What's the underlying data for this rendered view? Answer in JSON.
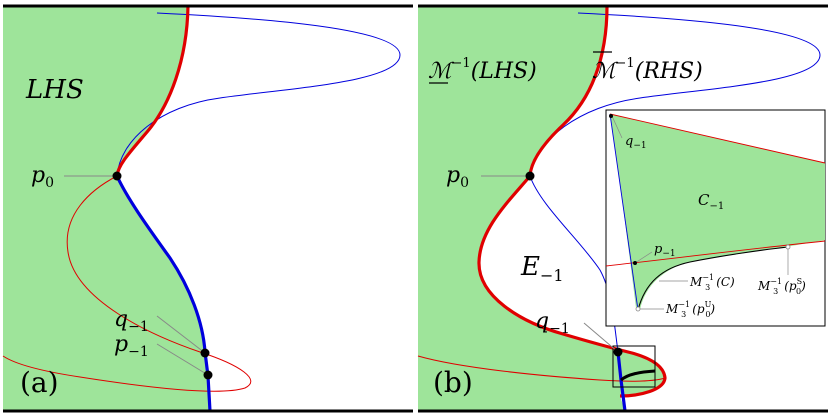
{
  "colors": {
    "region_fill": "#9ee49a",
    "boundary_red": "#e00000",
    "curve_blue": "#0000dd",
    "frame": "#000000",
    "leader": "#888888",
    "dot": "#000000"
  },
  "panel_a": {
    "panel_label": "(a)",
    "region_label": "LHS",
    "point_p0": "p",
    "point_p0_sub": "0",
    "point_q": "q",
    "point_q_sub": "−1",
    "point_p": "p",
    "point_p_sub": "−1"
  },
  "panel_b": {
    "panel_label": "(b)",
    "inverse_left": "ℳ",
    "inverse_left_sup": "−1",
    "inverse_left_arg": "(LHS)",
    "inverse_right": "ℳ",
    "inverse_right_sup": "−1",
    "inverse_right_arg": "(RHS)",
    "point_p0": "p",
    "point_p0_sub": "0",
    "region_E": "E",
    "region_E_sub": "−1",
    "point_q": "q",
    "point_q_sub": "−1"
  },
  "inset": {
    "label_q": "q",
    "label_q_sub": "−1",
    "label_C": "C",
    "label_C_sub": "−1",
    "label_p": "p",
    "label_p_sub": "−1",
    "label_M_C": "M",
    "label_M_C_sup": "−1",
    "label_M_C_sub": "3",
    "label_M_C_arg": "(C)",
    "label_M_pU": "M",
    "label_M_pU_sup": "−1",
    "label_M_pU_sub": "3",
    "label_M_pU_arg_open": "(p",
    "label_M_pU_arg_sup": "U",
    "label_M_pU_arg_sub": "0",
    "label_M_pU_arg_close": ")",
    "label_M_pS": "M",
    "label_M_pS_sup": "−1",
    "label_M_pS_sub": "3",
    "label_M_pS_arg_open": "(p",
    "label_M_pS_arg_sup": "S",
    "label_M_pS_arg_sub": "0",
    "label_M_pS_arg_close": ")"
  }
}
